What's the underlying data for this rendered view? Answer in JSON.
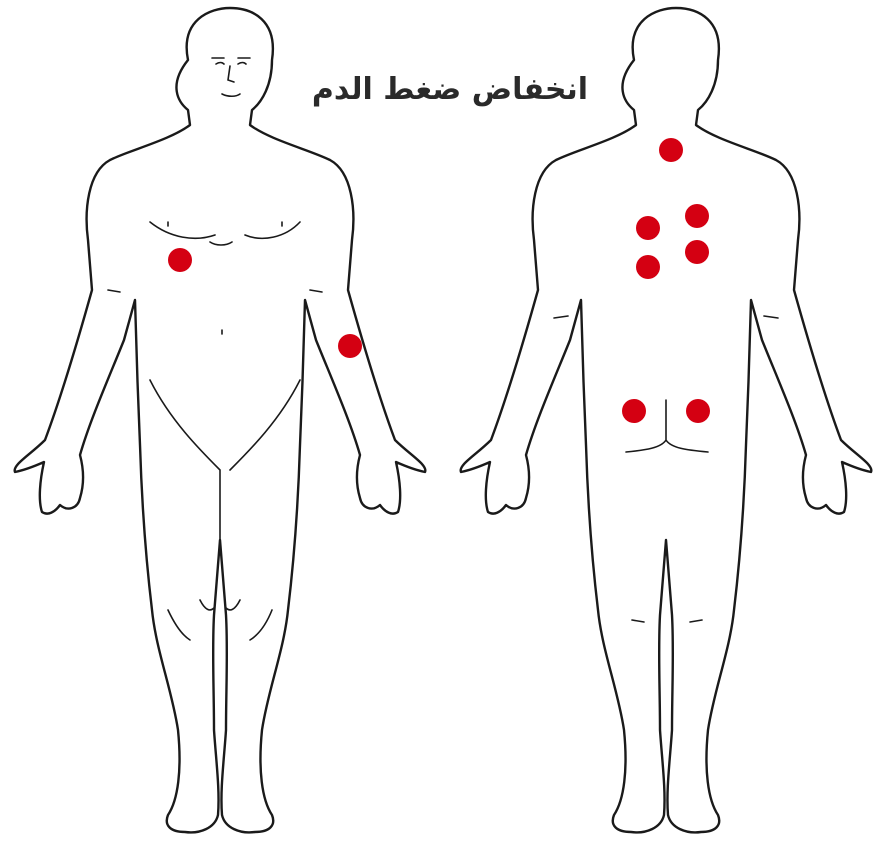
{
  "title": "انخفاض ضغط الدم",
  "colors": {
    "point": "#d40012",
    "outline": "#1a1a1a",
    "background": "#ffffff"
  },
  "figures": [
    {
      "name": "front-view-figure"
    },
    {
      "name": "back-view-figure"
    }
  ]
}
